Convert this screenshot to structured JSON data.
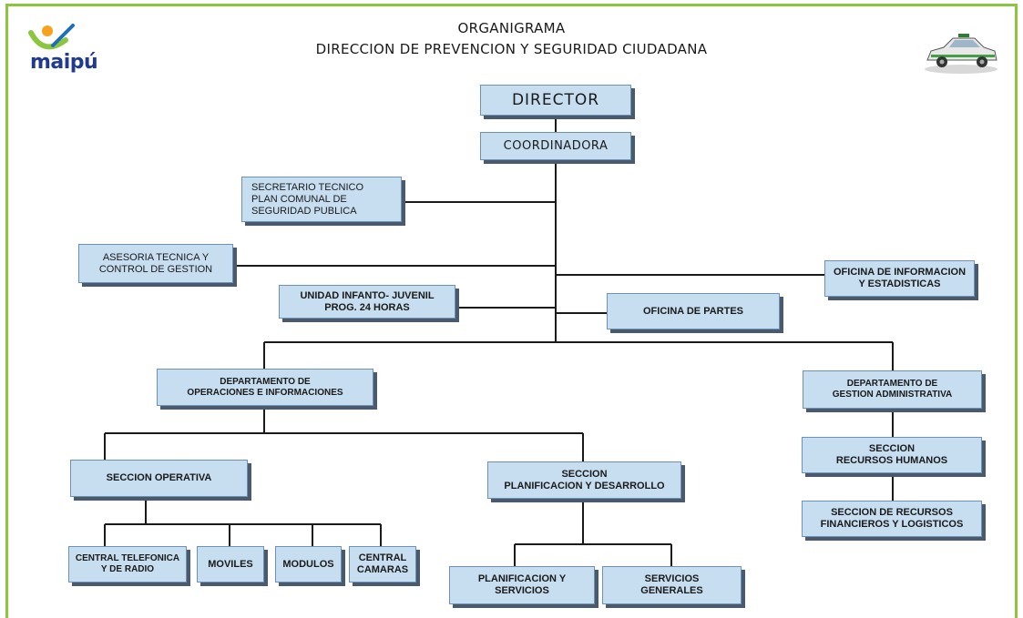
{
  "header": {
    "title": "ORGANIGRAMA",
    "subtitle": "DIRECCION DE PREVENCION Y SEGURIDAD CIUDADANA",
    "logo_text": "maipú",
    "logo_icon": "maipu-logo-icon",
    "car_icon": "patrol-car-icon"
  },
  "colors": {
    "frame": "#8cc63f",
    "box_fill": "#c6def0",
    "box_border": "#6d92b8",
    "box_shadow": "#4a5a6c",
    "connector": "#1a1a1a"
  },
  "nodes": {
    "director": "DIRECTOR",
    "coordinadora": "COORDINADORA",
    "secretario": "SECRETARIO TECNICO\nPLAN  COMUNAL  DE\nSEGURIDAD PUBLICA",
    "asesoria": "ASESORIA  TECNICA Y\nCONTROL DE GESTION",
    "unidad_infanto": "UNIDAD INFANTO- JUVENIL\nPROG. 24 HORAS",
    "oficina_partes": "OFICINA DE PARTES",
    "oficina_informacion": "OFICINA DE INFORMACION\nY ESTADISTICAS",
    "depto_operaciones": "DEPARTAMENTO DE\nOPERACIONES E INFORMACIONES",
    "depto_gestion": "DEPARTAMENTO DE\nGESTION ADMINISTRATIVA",
    "seccion_operativa": "SECCION OPERATIVA",
    "seccion_planificacion": "SECCION\nPLANIFICACION Y DESARROLLO",
    "seccion_rrhh": "SECCION\nRECURSOS HUMANOS",
    "seccion_financieros": "SECCION DE RECURSOS\nFINANCIEROS Y LOGISTICOS",
    "central_telefonica": "CENTRAL TELEFONICA\nY DE RADIO",
    "moviles": "MOVILES",
    "modulos": "MODULOS",
    "central_camaras": "CENTRAL\nCAMARAS",
    "planificacion_servicios": "PLANIFICACION Y\nSERVICIOS",
    "servicios_generales": "SERVICIOS\nGENERALES"
  }
}
